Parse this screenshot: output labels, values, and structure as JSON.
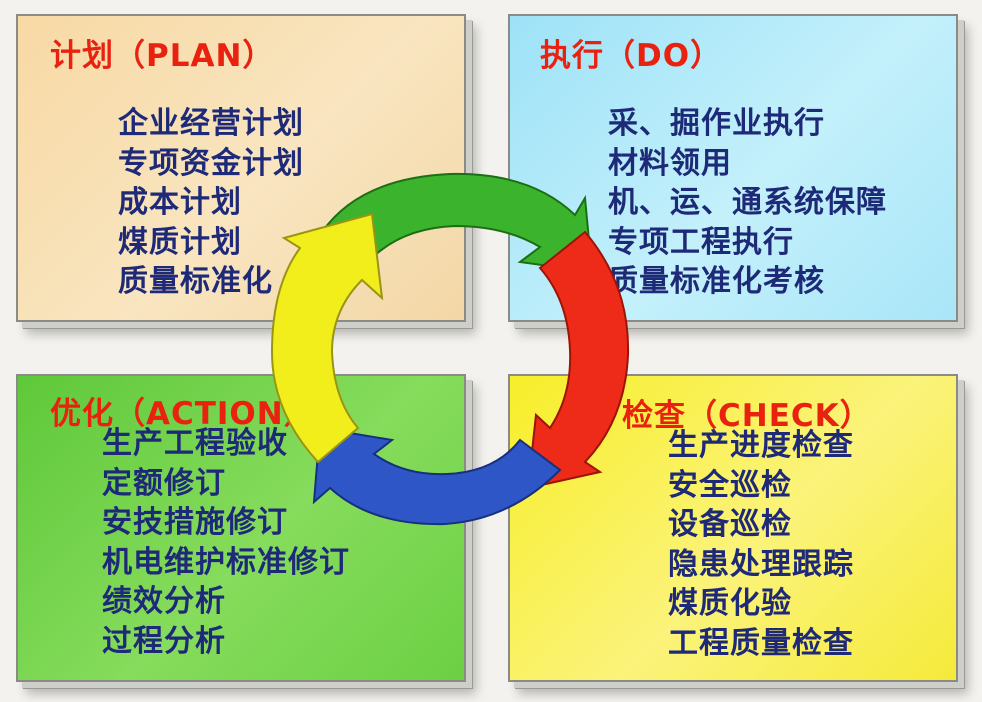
{
  "plan": {
    "title": "计划（PLAN）",
    "items": [
      "企业经营计划",
      "专项资金计划",
      "成本计划",
      "煤质计划",
      "质量标准化"
    ]
  },
  "do": {
    "title": "执行（DO）",
    "items": [
      "采、掘作业执行",
      "材料领用",
      "机、运、通系统保障",
      "专项工程执行",
      "质量标准化考核"
    ]
  },
  "action": {
    "title": "优化（ACTION）",
    "items": [
      "生产工程验收",
      "定额修订",
      "安技措施修订",
      "机电维护标准修订",
      "绩效分析",
      "过程分析"
    ]
  },
  "check": {
    "title": "检查（CHECK）",
    "items": [
      "生产进度检查",
      "安全巡检",
      "设备巡检",
      "隐患处理跟踪",
      "煤质化验",
      "工程质量检查"
    ]
  },
  "colors": {
    "title_red": "#e8220f",
    "item_navy": "#1e2a78",
    "arrow_green": "#3cb32d",
    "arrow_red": "#ee2a18",
    "arrow_blue": "#2f56c6",
    "arrow_yellow": "#f2ee1c"
  }
}
